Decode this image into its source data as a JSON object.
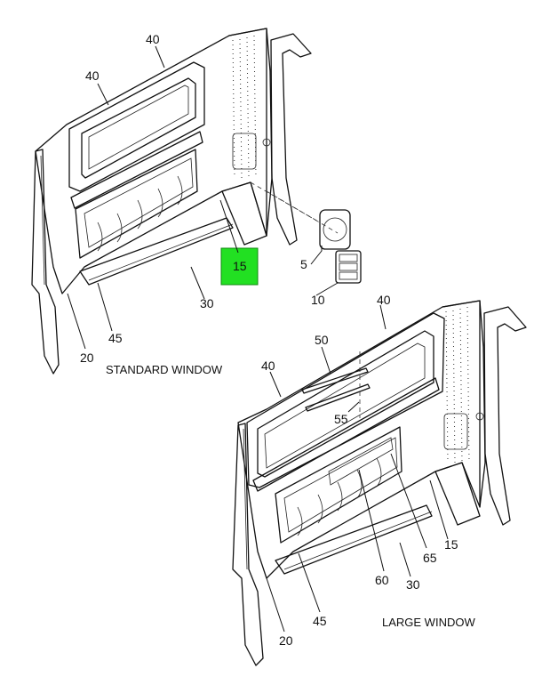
{
  "callouts": {
    "c40a": "40",
    "c40b": "40",
    "c15a": "15",
    "c5": "5",
    "c10": "10",
    "c30a": "30",
    "c45a": "45",
    "c20a": "20",
    "c40c": "40",
    "c50": "50",
    "c40d": "40",
    "c55": "55",
    "c15b": "15",
    "c65": "65",
    "c60": "60",
    "c30b": "30",
    "c45b": "45",
    "c20b": "20"
  },
  "captions": {
    "standard": "STANDARD WINDOW",
    "large": "LARGE WINDOW"
  },
  "highlight": {
    "color": "#22e022",
    "part": "15"
  }
}
